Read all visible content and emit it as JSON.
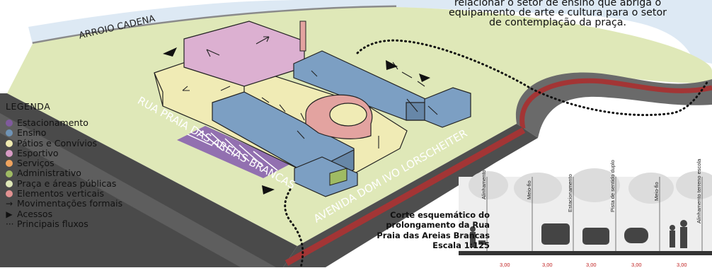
{
  "caption": {
    "lines": [
      "relacionar o setor de ensino que abriga o",
      "equipamento de arte e cultura para o setor",
      "de contemplação da praça."
    ]
  },
  "streets": {
    "arroio": "ARROIO CADENA",
    "rua": "RUA PRAIA DAS AREIAS BRANCAS",
    "avenida": "AVENIDA DOM IVO LORSCHEITER"
  },
  "legend": {
    "title": "LEGENDA",
    "items": [
      {
        "label": "Estacionamento",
        "color": "#7f5a9d"
      },
      {
        "label": "Ensino",
        "color": "#6f93b6"
      },
      {
        "label": "Pátios e Convívios",
        "color": "#efeab0"
      },
      {
        "label": "Esportivo",
        "color": "#d79ac4"
      },
      {
        "label": "Serviços",
        "color": "#efa35e"
      },
      {
        "label": "Administrativo",
        "color": "#9fbb63"
      },
      {
        "label": "Praça e áreas públicas",
        "color": "#dfe8b8"
      },
      {
        "label": "Elementos verticais",
        "color": "#e19191"
      }
    ],
    "symbols": [
      {
        "label": "Movimentações formais",
        "icon": "arrow-right-icon"
      },
      {
        "label": "Acessos",
        "icon": "triangle-right-icon"
      },
      {
        "label": "Principais fluxos",
        "icon": "dotted-line-icon"
      }
    ]
  },
  "section": {
    "title_lines": [
      "Corte esquemático do",
      "prolongamento da Rua",
      "Praia das Areias Brancas",
      "Escala 1:125"
    ],
    "labels": [
      "Alinhamento",
      "Meio-fio",
      "Estacionamento",
      "Pista de sentido duplo",
      "Meio-fio",
      "Alinhamento terreno escola"
    ],
    "dimensions": [
      "3,00",
      "3,00",
      "3,00",
      "3,00",
      "3,00"
    ]
  },
  "colors": {
    "water": "#dde9f4",
    "park": "#dfe8b8",
    "road": "#5a5a5a",
    "red_lane": "#a33535",
    "ensino": "#7c9fc3",
    "patios": "#efeab0",
    "esportivo": "#dcb0d1",
    "vertical": "#e3a3a0"
  }
}
